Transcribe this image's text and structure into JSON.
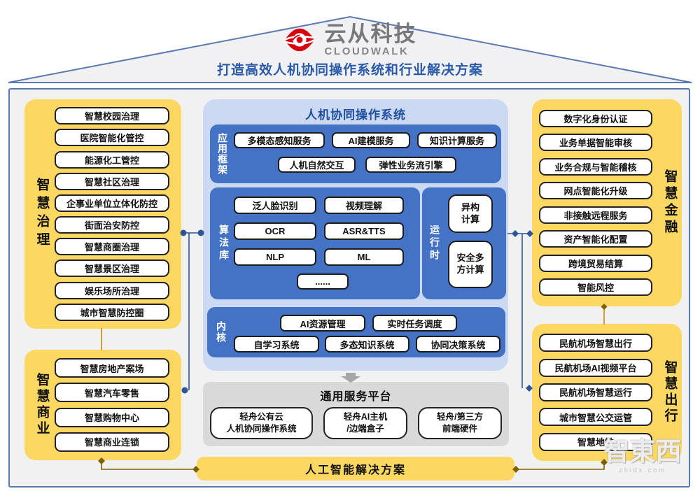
{
  "logo": {
    "name_cn": "云从科技",
    "name_en": "CLOUDWALK"
  },
  "tagline": "打造高效人机协同操作系统和行业解决方案",
  "os": {
    "title": "人机协同操作系统",
    "app_framework": {
      "label": "应用框架",
      "row1": [
        "多模态感知服务",
        "AI建模服务",
        "知识计算服务"
      ],
      "row2": [
        "人机自然交互",
        "弹性业务流引擎"
      ]
    },
    "algo_lib": {
      "label": "算法库",
      "items": [
        "泛人脸识别",
        "视频理解",
        "OCR",
        "ASR&TTS",
        "NLP",
        "ML"
      ],
      "more": "......"
    },
    "runtime": {
      "label": "运行时",
      "items": [
        {
          "line1": "异构",
          "line2": "计算"
        },
        {
          "line1": "安全多",
          "line2": "方计算"
        }
      ]
    },
    "kernel": {
      "label": "内核",
      "row1": [
        "AI资源管理",
        "实时任务调度"
      ],
      "row2": [
        "自学习系统",
        "多态知识系统",
        "协同决策系统"
      ]
    }
  },
  "platform": {
    "title": "通用服务平台",
    "items": [
      {
        "line1": "轻舟公有云",
        "line2": "人机协同操作系统"
      },
      {
        "line1": "轻舟AI主机",
        "line2": "/边端盒子"
      },
      {
        "line1": "轻舟/第三方",
        "line2": "前端硬件"
      }
    ]
  },
  "solution_bar": "人工智能解决方案",
  "sidebars": {
    "governance": {
      "label": "智慧治理",
      "items": [
        "智慧校园治理",
        "医院智能化管控",
        "能源化工管控",
        "智慧社区治理",
        "企事业单位立体化防控",
        "街面治安防控",
        "智慧商圈治理",
        "智慧景区治理",
        "娱乐场所治理",
        "城市智慧防控圈"
      ]
    },
    "commerce": {
      "label": "智慧商业",
      "items": [
        "智慧房地产案场",
        "智慧汽车零售",
        "智慧购物中心",
        "智慧商业连锁"
      ]
    },
    "finance": {
      "label": "智慧金融",
      "items": [
        "数字化身份认证",
        "业务单据智能审核",
        "业务合规与智能稽核",
        "网点智能化升级",
        "非接触远程服务",
        "资产智能化配置",
        "跨境贸易结算",
        "智能风控"
      ]
    },
    "transport": {
      "label": "智慧出行",
      "items": [
        "民航机场智慧出行",
        "民航机场AI视频平台",
        "民航机场智慧运行",
        "城市智慧公交运管",
        "智慧地铁"
      ]
    }
  },
  "watermark": {
    "text": "智東西",
    "sub": "zhidx.com"
  },
  "colors": {
    "panel_yellow": "#FCD863",
    "box_blue": "#4472C4",
    "container_light_blue": "#CBD9F2",
    "platform_gray": "#D9D9D9",
    "connector_blue": "#2F5597",
    "connector_olive": "#7F6000",
    "brand_red": "#D7000F",
    "title_blue": "#1E4FA0",
    "border_blue": "#5B79B2"
  }
}
